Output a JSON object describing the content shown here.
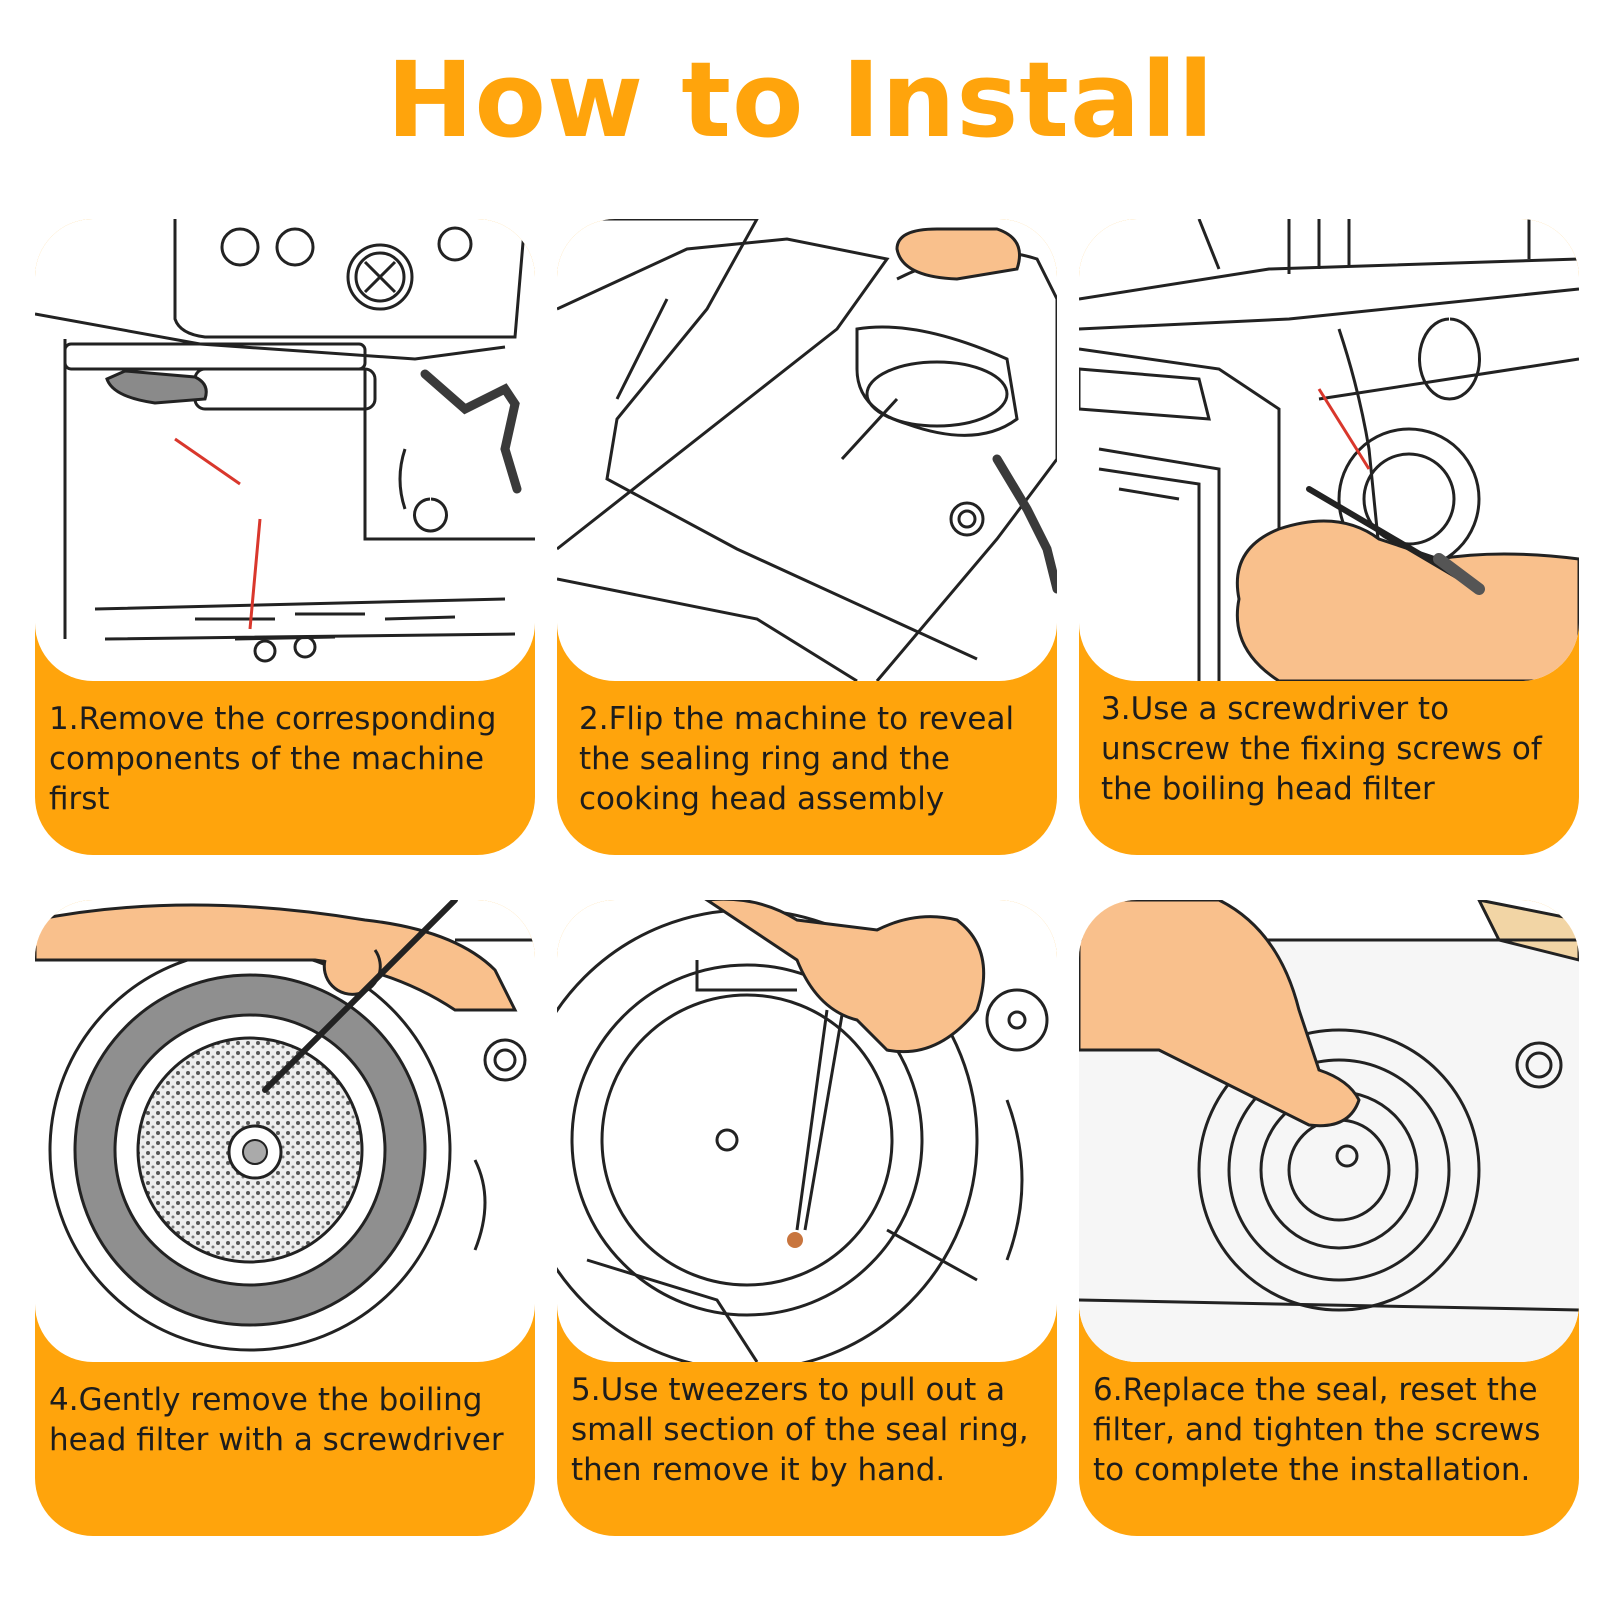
{
  "title": "How to Install",
  "colors": {
    "accent": "#FFA40C",
    "skin": "#F9C08C",
    "line": "#222222",
    "seal_mark": "#D9372C"
  },
  "steps": [
    {
      "caption": "1.Remove the corresponding components of the machine first",
      "illustration": "espresso-machine-front"
    },
    {
      "caption": "2.Flip the machine to reveal the sealing ring and the cooking head assembly",
      "illustration": "machine-flipped"
    },
    {
      "caption": "3.Use a screwdriver to unscrew the fixing screws of the boiling head filter",
      "illustration": "screwdriver-on-group-head"
    },
    {
      "caption": "4.Gently remove the boiling head filter with a screwdriver",
      "illustration": "filter-removal"
    },
    {
      "caption": "5.Use tweezers to pull out a small section of the seal ring, then remove it by hand.",
      "illustration": "tweezers-seal"
    },
    {
      "caption": "6.Replace the seal, reset the filter, and tighten the screws to complete the installation.",
      "illustration": "finger-on-seal"
    }
  ]
}
